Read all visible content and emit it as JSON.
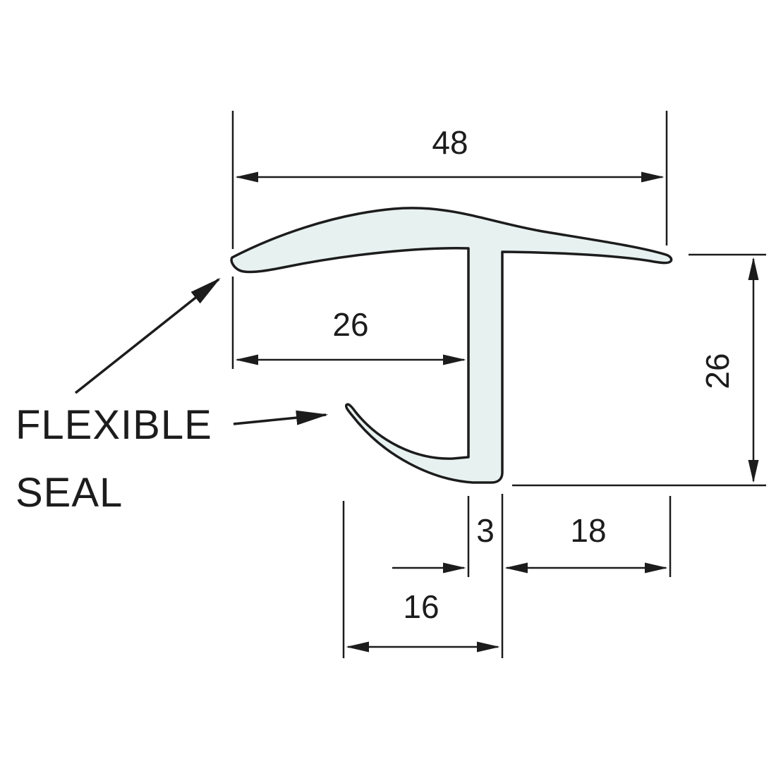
{
  "diagram": {
    "type": "technical-cross-section",
    "title": "Flexible seal profile drawing",
    "label": {
      "line1": "FLEXIBLE",
      "line2": "SEAL"
    },
    "dimensions": {
      "top_width": "48",
      "upper_inner_width": "26",
      "right_height": "26",
      "stem_thickness": "3",
      "right_flange_width": "18",
      "bottom_hook_width": "16"
    },
    "colors": {
      "outline": "#1c1c1c",
      "profile_fill": "#e7f1f0",
      "background": "#ffffff"
    }
  }
}
